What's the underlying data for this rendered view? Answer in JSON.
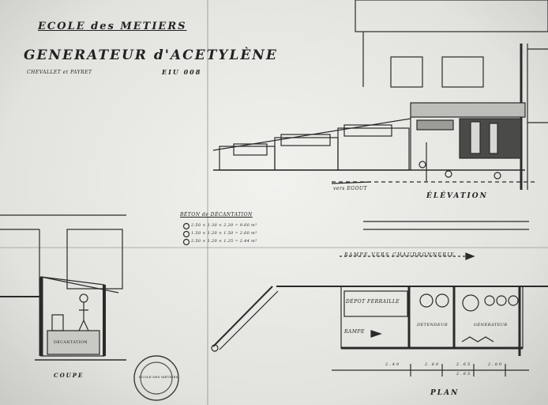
{
  "title_block": {
    "school": "ECOLE des METIERS",
    "title": "GENERATEUR d'ACETYLÈNE",
    "architects": "CHEVALLET et PAYRET",
    "sheet_code": "EIU 008"
  },
  "materials": {
    "heading": "BÉTON de DÉCANTATION",
    "rows": [
      "2.50 × 1.30 × 2.20 = 9.60 m³",
      "1.50 × 1.20 × 1.50 = 2.60 m³",
      "2.50 × 1.20 × 1.25 = 2.44 m³"
    ]
  },
  "labels": {
    "elevation": "ÉLÉVATION",
    "plan": "PLAN",
    "coupe": "COUPE",
    "egout": "vers EGOUT",
    "ramp_route": "RAMPE VERS CHAUDRONNERIE",
    "depot": "DÉPOT FERRAILLE",
    "rampe": "RAMPE",
    "generateur": "GÉNÉRATEUR",
    "decantation": "DÉCANTATION",
    "detendeur": "DÉTENDEUR"
  },
  "dimensions": [
    "2.40",
    "2.80",
    "2.65",
    "2.80",
    "2.65"
  ],
  "stamp": {
    "text": "ÉCOLE DES MÉTIERS"
  }
}
